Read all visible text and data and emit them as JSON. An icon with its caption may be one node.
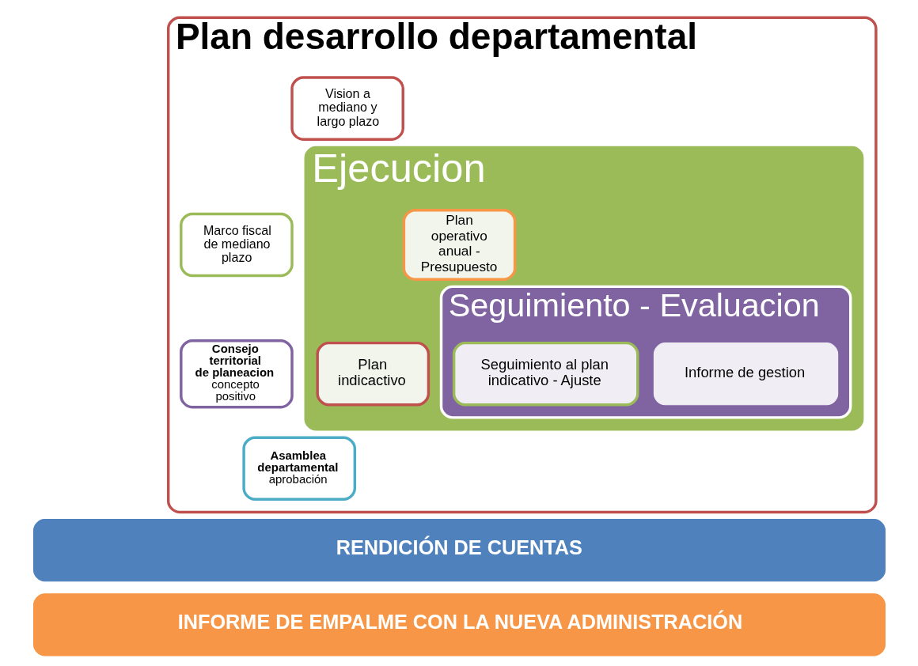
{
  "diagram": {
    "nodes": [
      {
        "text": [
          "Plan desarrollo departamental"
        ]
      },
      {
        "text": [
          "Vision a mediano y largo plazo"
        ],
        "in": 0
      },
      {
        "text": [
          "Marco fiscal de mediano plazo"
        ],
        "in": 0
      },
      {
        "text": [
          "Consejo territorial de planeacion",
          "concepto positivo"
        ],
        "in": 0
      },
      {
        "text": [
          "Asamblea departamental",
          "aprobación"
        ],
        "in": 0
      },
      {
        "text": [
          "Ejecucion"
        ],
        "in": 0
      },
      {
        "text": [
          "Plan operativo anual - Presupuesto"
        ],
        "in": 5
      },
      {
        "text": [
          "Plan indicactivo"
        ],
        "in": 5
      },
      {
        "text": [
          "Seguimiento - Evaluacion"
        ],
        "in": 5
      },
      {
        "text": [
          "Seguimiento al plan indicativo - Ajuste"
        ],
        "in": 8
      },
      {
        "text": [
          "Informe de gestion"
        ],
        "in": 8
      },
      {
        "text": [
          "RENDICIÓN DE CUENTAS"
        ]
      },
      {
        "text": [
          "INFORME DE EMPALME CON LA NUEVA ADMINISTRACIÓN"
        ]
      }
    ],
    "edges": []
  }
}
